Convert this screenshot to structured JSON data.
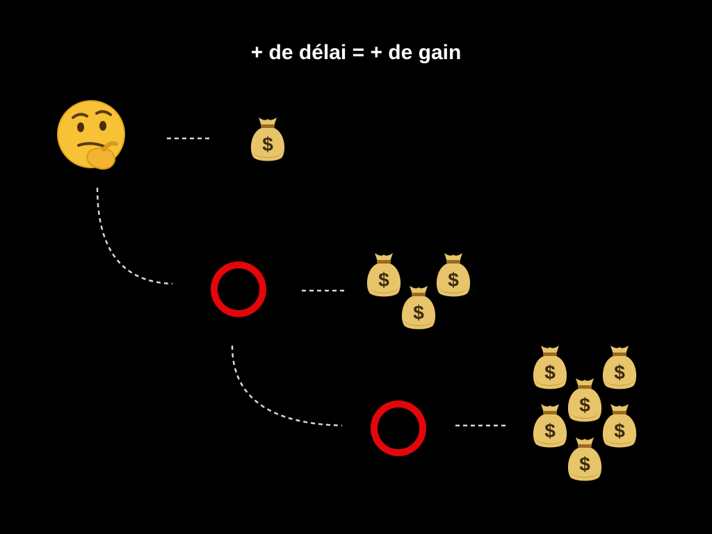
{
  "title": "+ de délai = + de gain",
  "colors": {
    "background": "#000000",
    "title": "#ffffff",
    "connector": "#d8d8d8",
    "ring": "#e3060b",
    "bag": "#e8c46a",
    "bag_shade": "#b58a35",
    "bag_tie": "#9a6a1f",
    "dollar": "#3a2a10",
    "face": "#f7c236"
  },
  "icons": {
    "start": "thinking-face-icon",
    "step": "red-ring-icon",
    "reward": "money-bag-icon"
  },
  "levels": [
    {
      "step": "thinking-face-icon",
      "reward_count": 1
    },
    {
      "step": "red-ring-icon",
      "reward_count": 3
    },
    {
      "step": "red-ring-icon",
      "reward_count": 6
    }
  ]
}
